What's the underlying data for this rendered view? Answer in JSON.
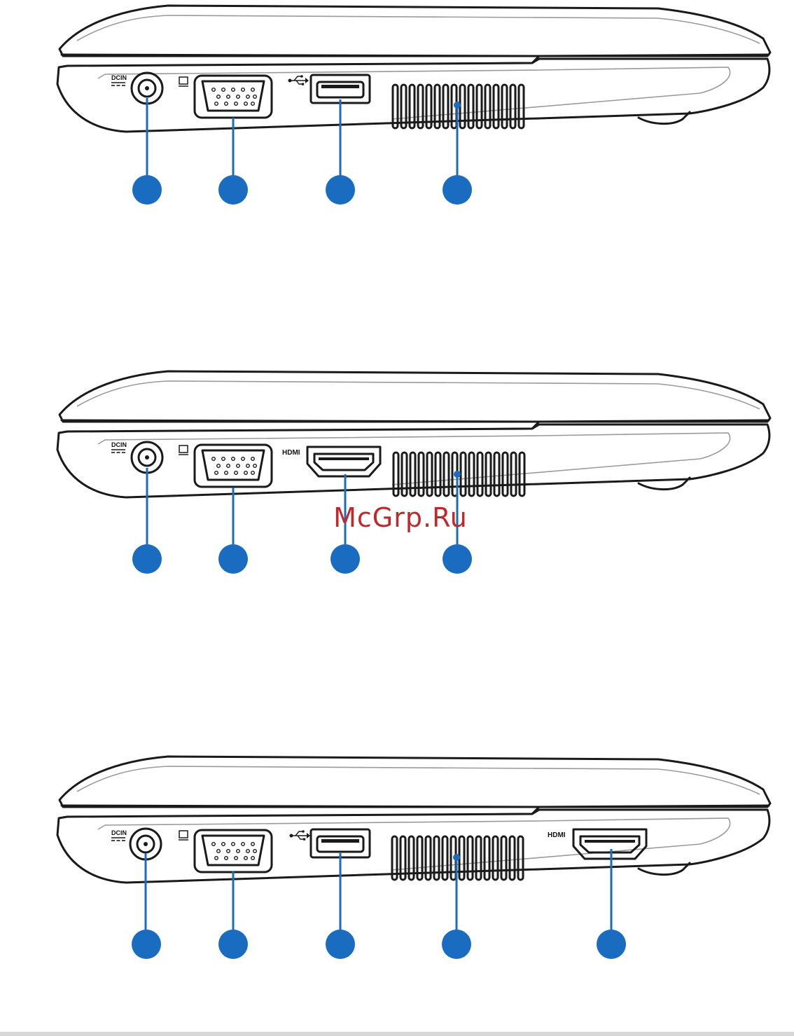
{
  "watermark": "McGrp.Ru",
  "colors": {
    "callout": "#1a6cc0",
    "watermark": "#c0282b",
    "outline": "#1a1a1a"
  },
  "views": [
    {
      "id": "view-a",
      "port_labels": {
        "dcin": "DCIN",
        "hdmi": ""
      },
      "callouts": 4
    },
    {
      "id": "view-b",
      "port_labels": {
        "dcin": "DCIN",
        "hdmi": "HDMI"
      },
      "callouts": 4
    },
    {
      "id": "view-c",
      "port_labels": {
        "dcin": "DCIN",
        "hdmi": "HDMI"
      },
      "callouts": 5
    }
  ]
}
